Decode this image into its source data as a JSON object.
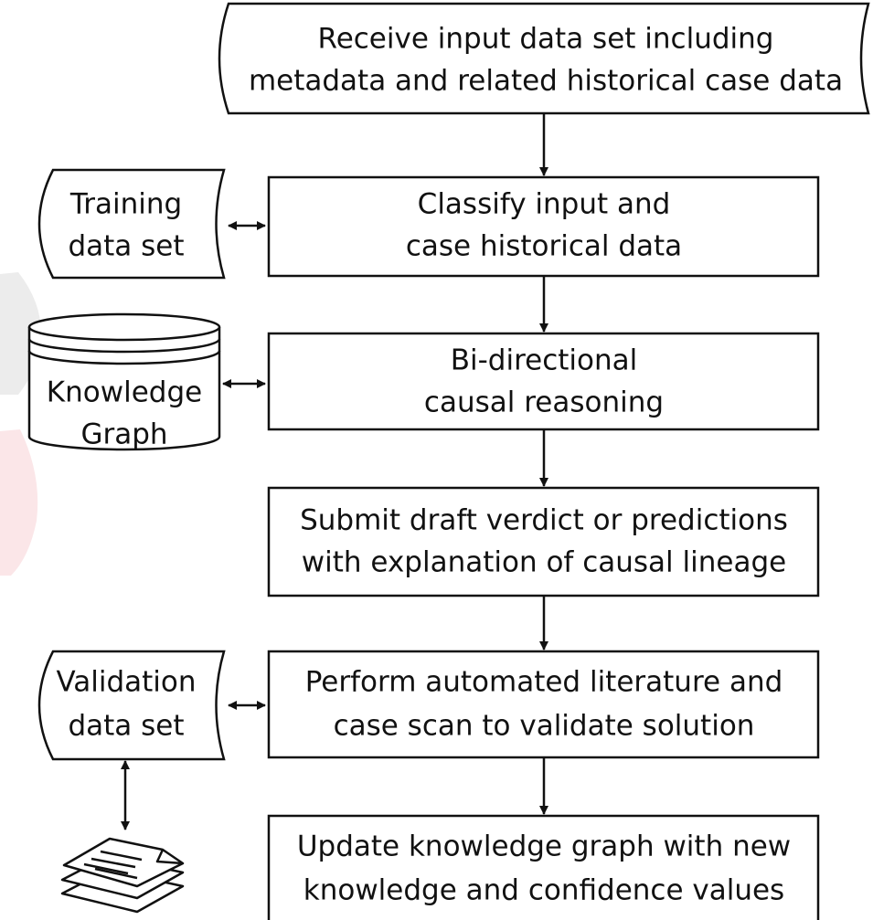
{
  "flow": {
    "receive": [
      "Receive input data set including",
      "metadata and related historical case data"
    ],
    "classify": [
      "Classify input and",
      "case historical data"
    ],
    "reasoning": [
      "Bi-directional",
      "causal reasoning"
    ],
    "submit": [
      "Submit draft verdict or predictions",
      "with explanation of causal lineage"
    ],
    "validate": [
      "Perform automated literature and",
      "case scan to validate solution"
    ],
    "update": [
      "Update knowledge graph with new",
      "knowledge and confidence values"
    ]
  },
  "side": {
    "training": [
      "Training",
      "data set"
    ],
    "knowledge": [
      "Knowledge",
      "Graph"
    ],
    "validation": [
      "Validation",
      "data set"
    ]
  },
  "icons": {
    "documents": "documents-stack-icon"
  },
  "colors": {
    "stroke": "#111111",
    "fill": "#ffffff",
    "background": "#ffffff",
    "watermark_gray": "#ececec",
    "watermark_pink": "#fbe6e8"
  }
}
